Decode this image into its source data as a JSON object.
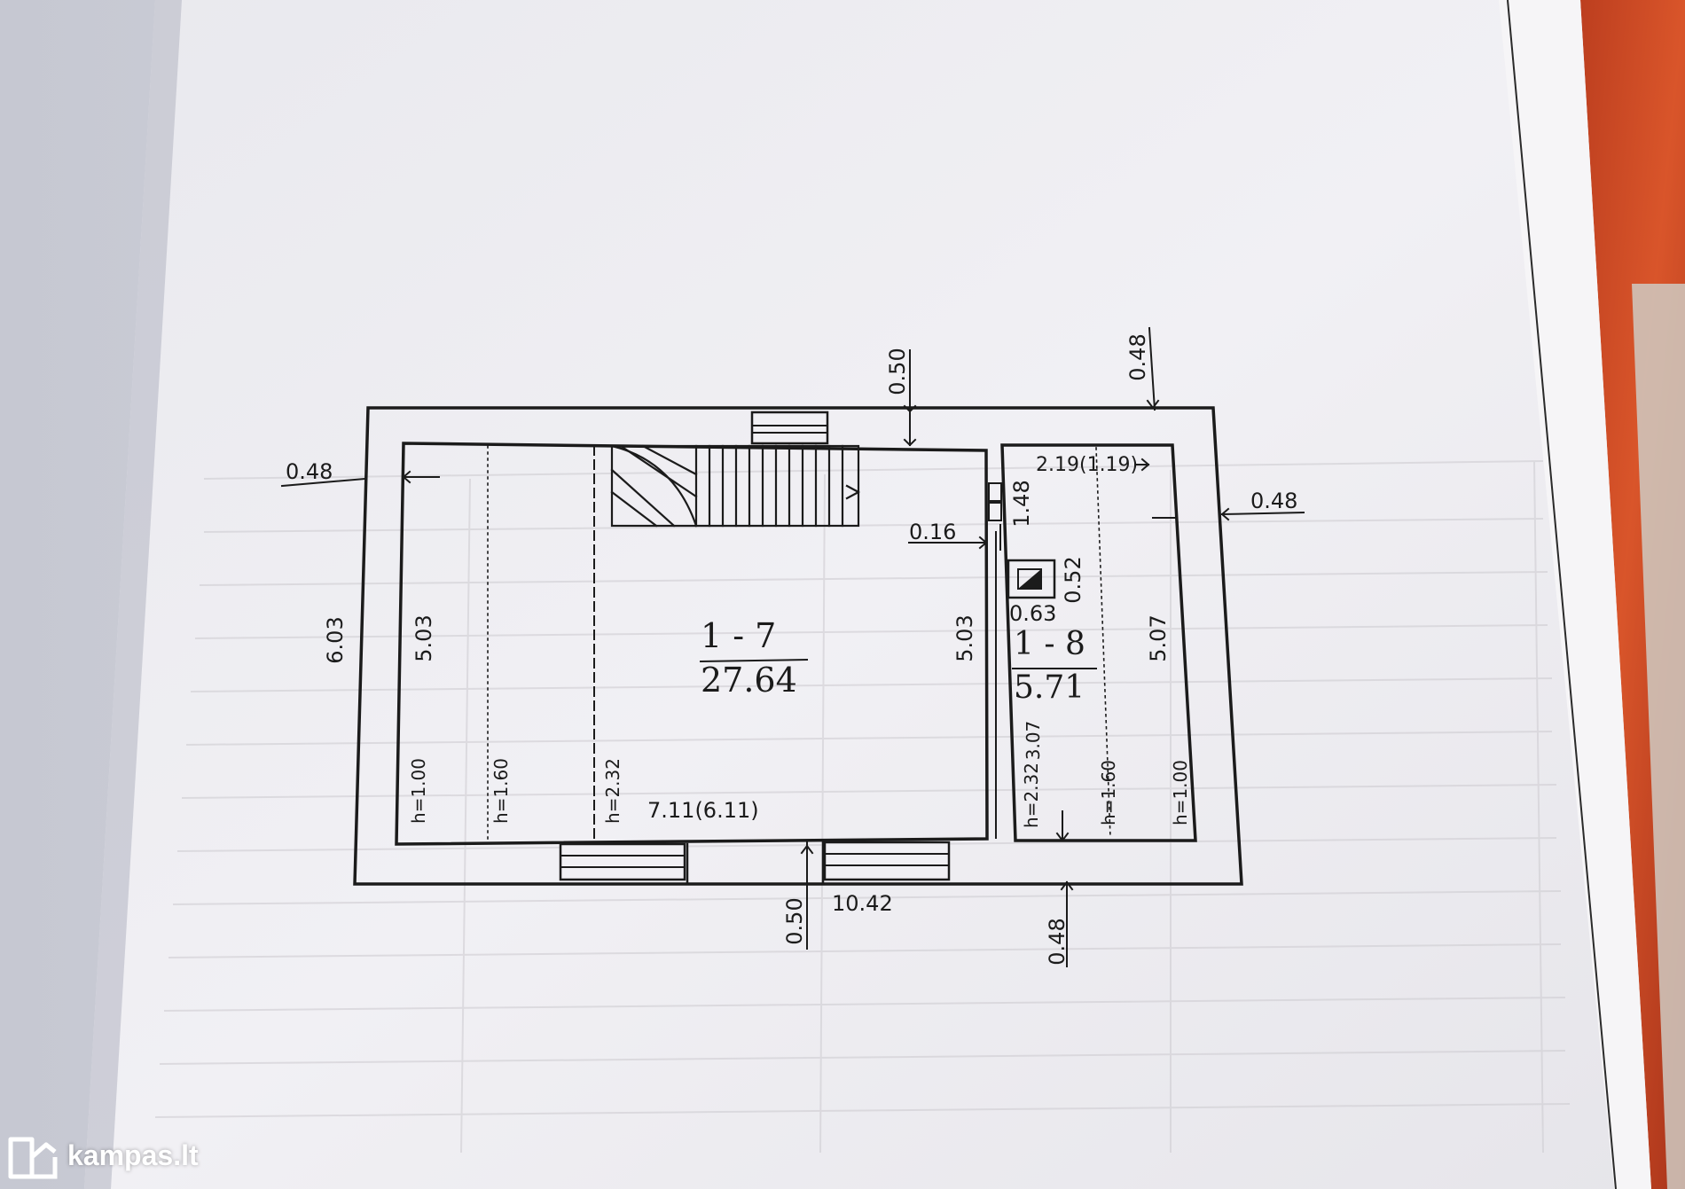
{
  "plan": {
    "rooms": [
      {
        "id": "room-1-7",
        "number": "1 - 7",
        "area": "27.64"
      },
      {
        "id": "room-1-8",
        "number": "1 - 8",
        "area": "5.71"
      }
    ],
    "dimensions": {
      "wall_top_left": "0.48",
      "wall_top_mid": "0.50",
      "wall_top_right": "0.48",
      "wall_right": "0.48",
      "wall_bottom_mid": "0.50",
      "wall_bottom_right": "0.48",
      "overall_height": "6.03",
      "overall_width": "10.42",
      "room17_left_height": "5.03",
      "room17_right_height": "5.03",
      "room17_width": "7.11(6.11)",
      "partition": "0.16",
      "room18_door": "1.48",
      "room18_width": "2.19(1.19)",
      "room18_height": "5.07",
      "chimney_width": "0.63",
      "chimney_depth": "0.52"
    },
    "heights": {
      "room17_h100": "h=1.00",
      "room17_h160": "h=1.60",
      "room17_h232": "h=2.32",
      "room18_h232": "h=2.32",
      "room18_307": "3.07",
      "room18_h160": "h=1.60",
      "room18_h100": "h=1.00"
    }
  },
  "watermark": {
    "brand": "kampas.lt"
  },
  "colors": {
    "ink": "#1b1b1b",
    "paper": "#f1f0f4",
    "binder": "#c8421f"
  }
}
